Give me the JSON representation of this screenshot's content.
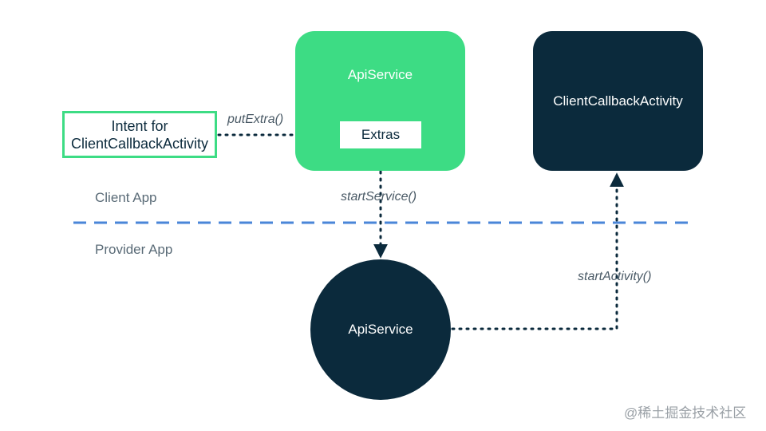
{
  "client_app": {
    "region_label": "Client App",
    "api_service_label": "ApiService",
    "extras_label": "Extras",
    "intent_label_line1": "Intent for",
    "intent_label_line2": "ClientCallbackActivity",
    "callback_activity_label": "ClientCallbackActivity"
  },
  "provider_app": {
    "region_label": "Provider App",
    "api_service_label": "ApiService"
  },
  "edges": {
    "put_extra": "putExtra()",
    "start_service": "startService()",
    "start_activity": "startActivity()"
  },
  "colors": {
    "client_green": "#3ddc84",
    "provider_navy": "#0b2a3c",
    "divider_blue": "#4a86d8"
  },
  "watermark": "@稀土掘金技术社区"
}
